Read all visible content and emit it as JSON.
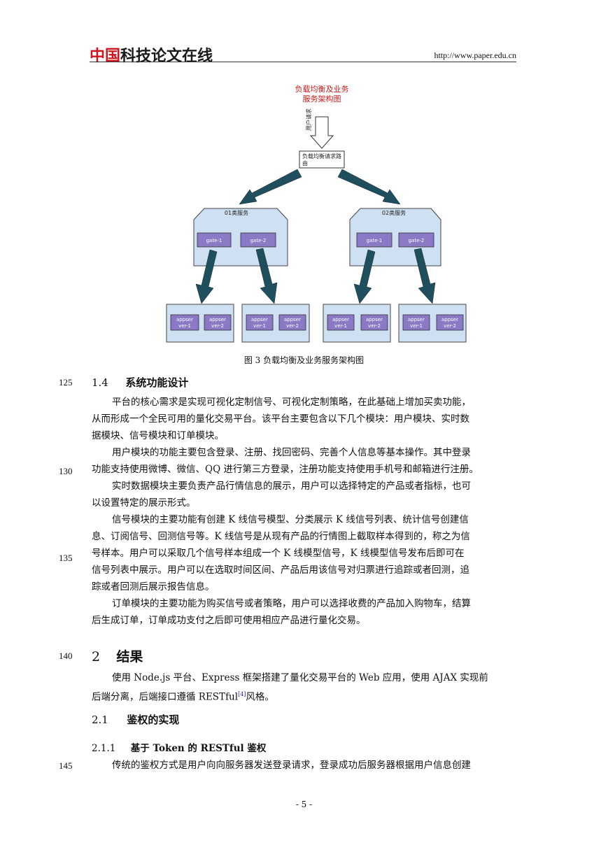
{
  "header": {
    "logo_red": "中国",
    "logo_black": "科技论文在线",
    "url": "http://www.paper.edu.cn"
  },
  "figure": {
    "title_line1": "负载均衡及业务",
    "title_line2": "服务架构图",
    "request_label": "用户请求",
    "lb_label_line1": "负载均衡请求路",
    "lb_label_line2": "由",
    "group1_label": "01类服务",
    "group2_label": "02类服务",
    "gate1": "gate-1",
    "gate2": "gate-2",
    "app_line1": "appser",
    "app1_line2": "ver-1",
    "app2_line2": "ver-2",
    "caption": "图 3    负载均衡及业务服务架构图",
    "colors": {
      "box_fill": "#cfe0f2",
      "gate_fill": "#8a79c4",
      "arrow": "#1f4f5c",
      "title": "#d01818"
    }
  },
  "body": {
    "sec1_4_num": "1.4",
    "sec1_4_title": "系统功能设计",
    "p1_l1": "平台的核心需求是实现可视化定制信号、可视化定制策略，在此基础上增加买卖功能，",
    "p1_l2": "从而形成一个全民可用的量化交易平台。该平台主要包含以下几个模块：用户模块、实时数",
    "p1_l3": "据模块、信号模块和订单模块。",
    "p2_l1": "用户模块的功能主要包含登录、注册、找回密码、完善个人信息等基本操作。其中登录",
    "p2_l2": "功能支持使用微博、微信、QQ 进行第三方登录，注册功能支持使用手机号和邮箱进行注册。",
    "p3_l1": "实时数据模块主要负责产品行情信息的展示，用户可以选择特定的产品或者指标，也可",
    "p3_l2": "以设置特定的展示形式。",
    "p4_l1": "信号模块的主要功能有创建 K 线信号模型、分类展示 K 线信号列表、统计信号创建信",
    "p4_l2": "息、订阅信号、回测信号等。K 线信号是从现有产品的行情图上截取样本得到的，称之为信",
    "p4_l3": "号样本。用户可以采取几个信号样本组成一个 K 线模型信号，K 线模型信号发布后即可在",
    "p4_l4": "信号列表中展示。用户可以在选取时间区间、产品后用该信号对归票进行追踪或者回测，追",
    "p4_l5": "踪或者回测后展示报告信息。",
    "p5_l1": "订单模块的主要功能为购买信号或者策略，用户可以选择收费的产品加入购物车，结算",
    "p5_l2": "后生成订单，订单成功支付之后即可使用相应产品进行量化交易。",
    "sec2_num": "2",
    "sec2_title": "结果",
    "p6_l1": "使用 Node.js 平台、Express 框架搭建了量化交易平台的 Web 应用，使用 AJAX 实现前",
    "p6_l2a": "后端分离，后端接口遵循 RESTful",
    "p6_ref": "[4]",
    "p6_l2b": "风格。",
    "sec2_1_num": "2.1",
    "sec2_1_title": "鉴权的实现",
    "sec2_1_1_num": "2.1.1",
    "sec2_1_1_title": "基于 Token 的 RESTful 鉴权",
    "p7_l1": "传统的鉴权方式是用户向向服务器发送登录请求，登录成功后服务器根据用户信息创建"
  },
  "line_numbers": {
    "n125": "125",
    "n130": "130",
    "n135": "135",
    "n140": "140",
    "n145": "145"
  },
  "page_number": "- 5 -"
}
